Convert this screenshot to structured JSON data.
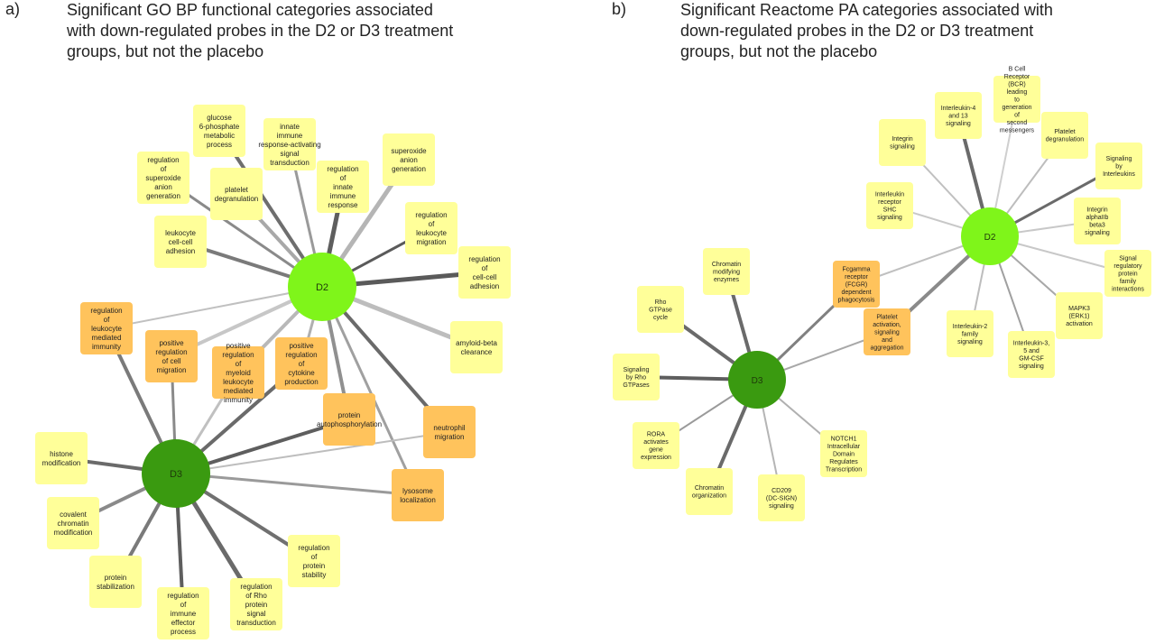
{
  "panel_a": {
    "letter": "a)",
    "title_lines": [
      "Significant GO BP functional categories associated",
      "with down-regulated probes in the D2 or D3 treatment",
      "groups, but not the placebo"
    ],
    "hubs": [
      {
        "id": "D2",
        "label": "D2",
        "color": "#7ff51a"
      },
      {
        "id": "D3",
        "label": "D3",
        "color": "#3a9a10"
      }
    ],
    "nodes": [
      {
        "id": "a1",
        "lines": [
          "glucose",
          "6-phosphate",
          "metabolic",
          "process"
        ],
        "kind": "D2"
      },
      {
        "id": "a2",
        "lines": [
          "innate",
          "immune",
          "response-activating",
          "signal",
          "transduction"
        ],
        "kind": "D2"
      },
      {
        "id": "a3",
        "lines": [
          "regulation",
          "of",
          "superoxide",
          "anion",
          "generation"
        ],
        "kind": "D2"
      },
      {
        "id": "a4",
        "lines": [
          "platelet",
          "degranulation"
        ],
        "kind": "D2"
      },
      {
        "id": "a5",
        "lines": [
          "regulation",
          "of",
          "innate",
          "immune",
          "response"
        ],
        "kind": "D2"
      },
      {
        "id": "a6",
        "lines": [
          "superoxide",
          "anion",
          "generation"
        ],
        "kind": "D2"
      },
      {
        "id": "a7",
        "lines": [
          "leukocyte",
          "cell-cell",
          "adhesion"
        ],
        "kind": "D2"
      },
      {
        "id": "a8",
        "lines": [
          "regulation",
          "of",
          "leukocyte",
          "migration"
        ],
        "kind": "D2"
      },
      {
        "id": "a9",
        "lines": [
          "regulation",
          "of",
          "cell-cell",
          "adhesion"
        ],
        "kind": "D2"
      },
      {
        "id": "a10",
        "lines": [
          "amyloid-beta",
          "clearance"
        ],
        "kind": "D2"
      },
      {
        "id": "a11",
        "lines": [
          "regulation",
          "of",
          "leukocyte",
          "mediated",
          "immunity"
        ],
        "kind": "shared"
      },
      {
        "id": "a12",
        "lines": [
          "positive",
          "regulation",
          "of cell",
          "migration"
        ],
        "kind": "shared"
      },
      {
        "id": "a13",
        "lines": [
          "positive",
          "regulation",
          "of",
          "myeloid",
          "leukocyte",
          "mediated",
          "immunity"
        ],
        "kind": "shared"
      },
      {
        "id": "a14",
        "lines": [
          "positive",
          "regulation",
          "of",
          "cytokine",
          "production"
        ],
        "kind": "shared"
      },
      {
        "id": "a15",
        "lines": [
          "protein",
          "autophosphorylation"
        ],
        "kind": "shared"
      },
      {
        "id": "a16",
        "lines": [
          "neutrophil",
          "migration"
        ],
        "kind": "shared"
      },
      {
        "id": "a17",
        "lines": [
          "lysosome",
          "localization"
        ],
        "kind": "shared"
      },
      {
        "id": "a18",
        "lines": [
          "histone",
          "modification"
        ],
        "kind": "D3"
      },
      {
        "id": "a19",
        "lines": [
          "covalent",
          "chromatin",
          "modification"
        ],
        "kind": "D3"
      },
      {
        "id": "a20",
        "lines": [
          "protein",
          "stabilization"
        ],
        "kind": "D3"
      },
      {
        "id": "a21",
        "lines": [
          "regulation",
          "of",
          "immune",
          "effector",
          "process"
        ],
        "kind": "D3"
      },
      {
        "id": "a22",
        "lines": [
          "regulation",
          "of Rho",
          "protein",
          "signal",
          "transduction"
        ],
        "kind": "D3"
      },
      {
        "id": "a23",
        "lines": [
          "regulation",
          "of",
          "protein",
          "stability"
        ],
        "kind": "D3"
      }
    ]
  },
  "panel_b": {
    "letter": "b)",
    "title_lines": [
      "Significant Reactome PA categories associated with",
      "down-regulated probes in the D2 or D3 treatment",
      "groups, but not the placebo"
    ],
    "hubs": [
      {
        "id": "D2",
        "label": "D2",
        "color": "#7ff51a"
      },
      {
        "id": "D3",
        "label": "D3",
        "color": "#3a9a10"
      }
    ],
    "nodes": [
      {
        "id": "b1",
        "lines": [
          "B Cell",
          "Receptor",
          "(BCR)",
          "leading",
          "to",
          "generation",
          "of",
          "second",
          "messengers"
        ],
        "kind": "D2"
      },
      {
        "id": "b2",
        "lines": [
          "Interleukin-4",
          "and 13",
          "signaling"
        ],
        "kind": "D2"
      },
      {
        "id": "b3",
        "lines": [
          "Integrin",
          "signaling"
        ],
        "kind": "D2"
      },
      {
        "id": "b4",
        "lines": [
          "Platelet",
          "degranulation"
        ],
        "kind": "D2"
      },
      {
        "id": "b5",
        "lines": [
          "Signaling",
          "by",
          "Interleukins"
        ],
        "kind": "D2"
      },
      {
        "id": "b6",
        "lines": [
          "Interleukin",
          "receptor",
          "SHC",
          "signaling"
        ],
        "kind": "D2"
      },
      {
        "id": "b7",
        "lines": [
          "Integrin",
          "alphaIIb",
          "beta3",
          "signaling"
        ],
        "kind": "D2"
      },
      {
        "id": "b8",
        "lines": [
          "Signal",
          "regulatory",
          "protein",
          "family",
          "interactions"
        ],
        "kind": "D2"
      },
      {
        "id": "b9",
        "lines": [
          "MAPK3",
          "(ERK1)",
          "activation"
        ],
        "kind": "D2"
      },
      {
        "id": "b10",
        "lines": [
          "Interleukin-2",
          "family",
          "signaling"
        ],
        "kind": "D2"
      },
      {
        "id": "b11",
        "lines": [
          "Interleukin-3,",
          "5 and",
          "GM-CSF",
          "signaling"
        ],
        "kind": "D2"
      },
      {
        "id": "b12",
        "lines": [
          "Fcgamma",
          "receptor",
          "(FCGR)",
          "dependent",
          "phagocytosis"
        ],
        "kind": "shared"
      },
      {
        "id": "b13",
        "lines": [
          "Platelet",
          "activation,",
          "signaling",
          "and",
          "aggregation"
        ],
        "kind": "shared"
      },
      {
        "id": "b14",
        "lines": [
          "Chromatin",
          "modifying",
          "enzymes"
        ],
        "kind": "D3"
      },
      {
        "id": "b15",
        "lines": [
          "Rho",
          "GTPase",
          "cycle"
        ],
        "kind": "D3"
      },
      {
        "id": "b16",
        "lines": [
          "Signaling",
          "by Rho",
          "GTPases"
        ],
        "kind": "D3"
      },
      {
        "id": "b17",
        "lines": [
          "RORA",
          "activates",
          "gene",
          "expression"
        ],
        "kind": "D3"
      },
      {
        "id": "b18",
        "lines": [
          "Chromatin",
          "organization"
        ],
        "kind": "D3"
      },
      {
        "id": "b19",
        "lines": [
          "CD209",
          "(DC-SIGN)",
          "signaling"
        ],
        "kind": "D3"
      },
      {
        "id": "b20",
        "lines": [
          "NOTCH1",
          "Intracellular",
          "Domain",
          "Regulates",
          "Transcription"
        ],
        "kind": "D3"
      }
    ]
  },
  "colors": {
    "single_node": "#ffff99",
    "shared_node": "#ffc35c",
    "node_text": "#222222",
    "hub_text": "#1e3a0a"
  }
}
